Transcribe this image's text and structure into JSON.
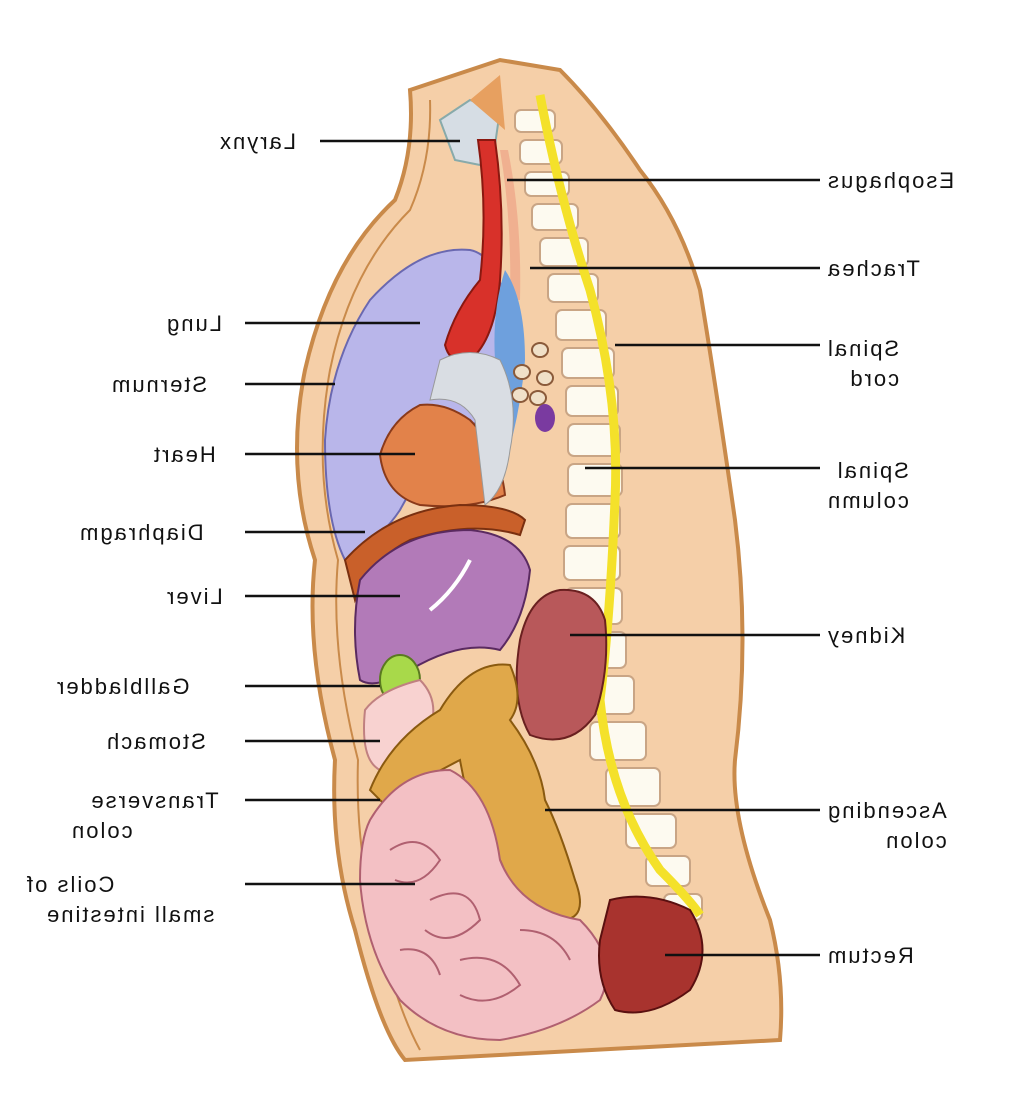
{
  "labels": {
    "larynx": "Larynx",
    "esophagus": "Esophagus",
    "trachea": "Trachea",
    "lung": "Lung",
    "spinal_cord": [
      "Spinal",
      "cord"
    ],
    "sternum": "Sternum",
    "heart": "Heart",
    "spinal_column": [
      "Spinal",
      "column"
    ],
    "diaphragm": "Diaphragm",
    "liver": "Liver",
    "kidney": "Kidney",
    "gallbladder": "Gallbladder",
    "stomach": "Stomach",
    "transverse_colon": [
      "Transverse",
      "colon"
    ],
    "ascending_colon": [
      "Ascending",
      "colon"
    ],
    "small_intestine": [
      "Coils of",
      "small intestine"
    ],
    "rectum": "Rectum"
  },
  "colors": {
    "skin": "#f5cfa8",
    "skin_outline": "#c98a4a",
    "lung": "#b9b6ea",
    "heart": "#e2824a",
    "liver": "#b27ab8",
    "trachea": "#d8312a",
    "spinal_cord": "#f4e12a",
    "kidney": "#b8585a",
    "gallbladder": "#a8d94a",
    "stomach": "#f8d2d0",
    "colon": "#e0a84a",
    "small_intestine": "#f3c0c4",
    "rectum": "#a8332e",
    "vertebra": "#fdfaf0"
  }
}
